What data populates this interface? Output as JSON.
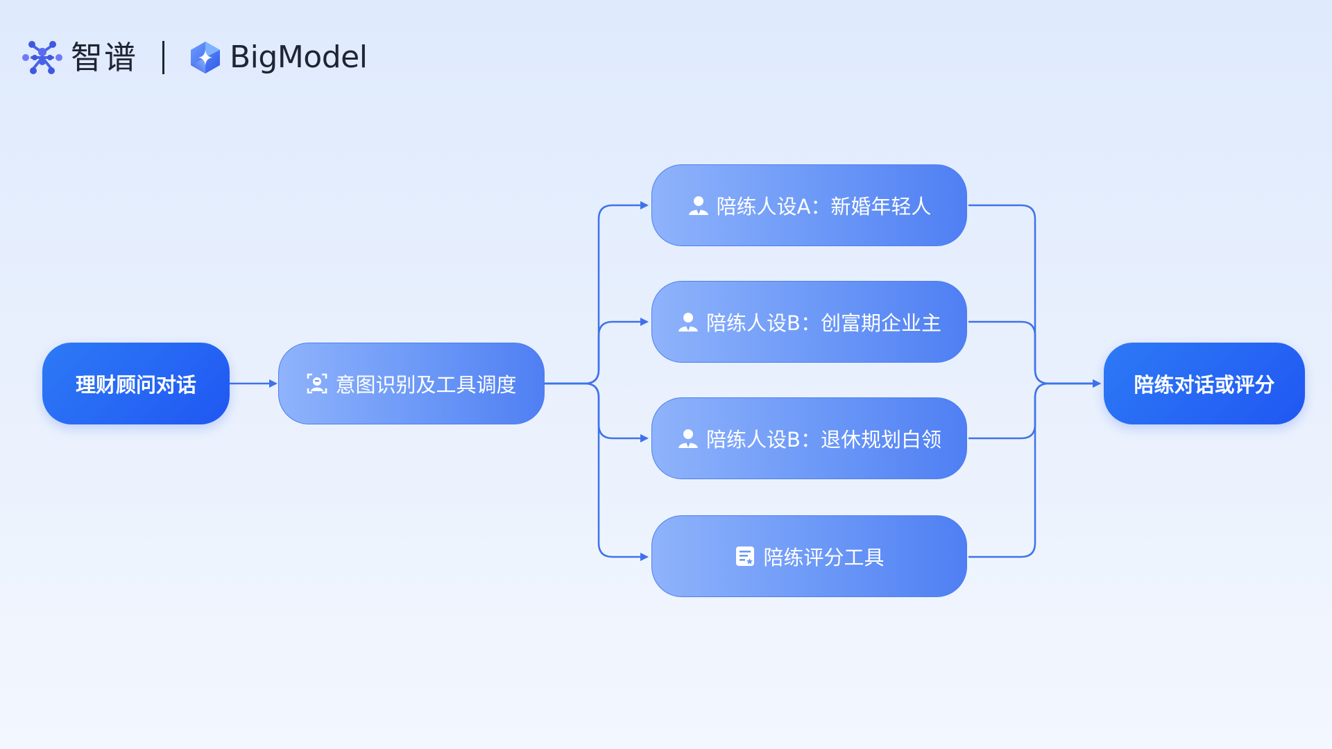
{
  "header": {
    "brand_cn": "智谱",
    "brand_en": "BigModel"
  },
  "diagram": {
    "nodes": {
      "start": {
        "label": "理财顾问对话"
      },
      "intent": {
        "label": "意图识别及工具调度",
        "icon": "ai-scan-icon"
      },
      "persona_a": {
        "label": "陪练人设A：新婚年轻人",
        "icon": "person-icon"
      },
      "persona_b": {
        "label": "陪练人设B：创富期企业主",
        "icon": "person-icon"
      },
      "persona_c": {
        "label": "陪练人设B：退休规划白领",
        "icon": "person-icon"
      },
      "scoring": {
        "label": "陪练评分工具",
        "icon": "document-icon"
      },
      "end": {
        "label": "陪练对话或评分"
      }
    },
    "edges": [
      {
        "from": "start",
        "to": "intent"
      },
      {
        "from": "intent",
        "to": "persona_a"
      },
      {
        "from": "intent",
        "to": "persona_b"
      },
      {
        "from": "intent",
        "to": "persona_c"
      },
      {
        "from": "intent",
        "to": "scoring"
      },
      {
        "from": "persona_a",
        "to": "end"
      },
      {
        "from": "persona_b",
        "to": "end"
      },
      {
        "from": "persona_c",
        "to": "end"
      },
      {
        "from": "scoring",
        "to": "end"
      }
    ],
    "colors": {
      "primary": "#2563f4",
      "secondary": "#6b98f7",
      "connector": "#3f72ea",
      "text": "#ffffff"
    }
  }
}
